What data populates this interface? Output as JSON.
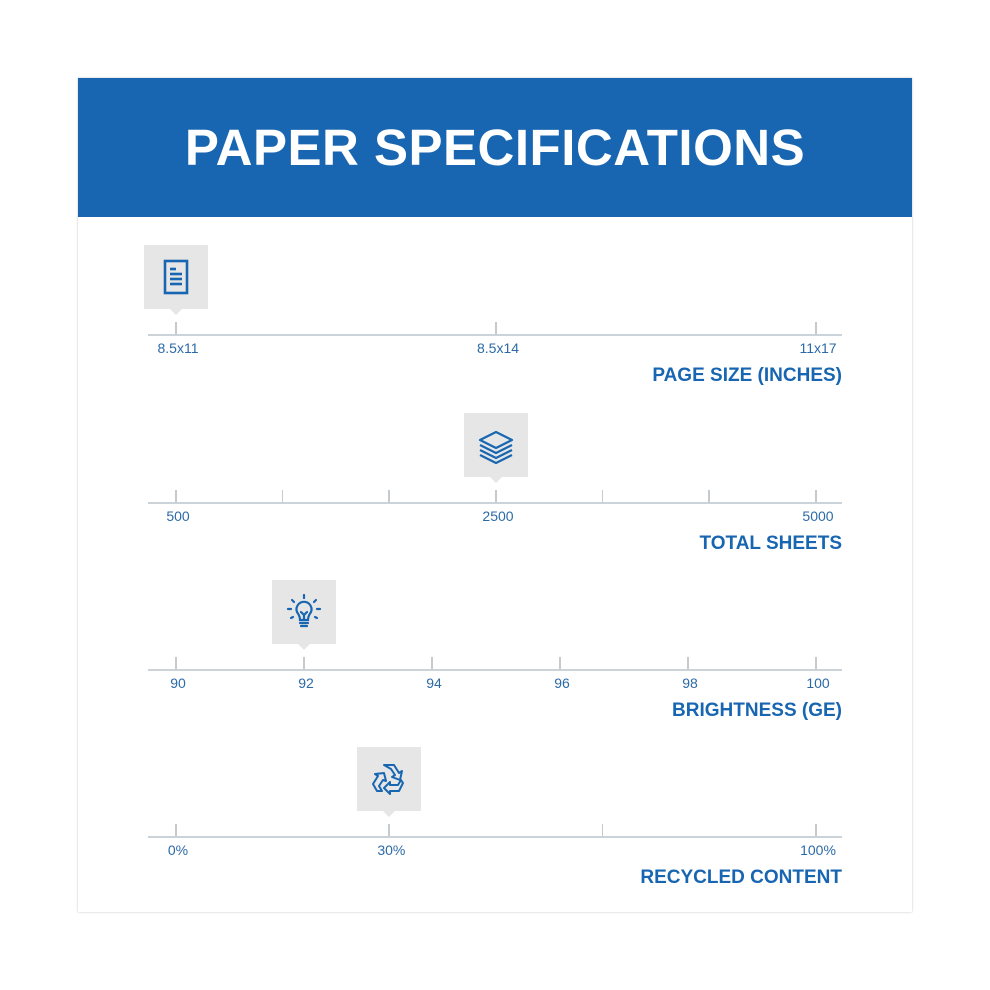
{
  "title": "PAPER SPECIFICATIONS",
  "colors": {
    "accent": "#1866b1",
    "label": "#2c6aa6",
    "marker_bg": "#e6e6e6"
  },
  "scales": [
    {
      "title": "PAGE SIZE (INCHES)",
      "icon": "document-icon",
      "ticks": [
        "8.5x11",
        "8.5x14",
        "11x17"
      ],
      "labeled": [
        0,
        1,
        2
      ],
      "tick_count": 3,
      "selected": "8.5x11",
      "selected_index": 0
    },
    {
      "title": "TOTAL SHEETS",
      "icon": "paper-stack-icon",
      "ticks": [
        "500",
        "2500",
        "5000"
      ],
      "labeled": [
        0,
        3,
        6
      ],
      "tick_count": 7,
      "selected": "2500",
      "selected_index": 3
    },
    {
      "title": "BRIGHTNESS (GE)",
      "icon": "lightbulb-icon",
      "ticks": [
        "90",
        "92",
        "94",
        "96",
        "98",
        "100"
      ],
      "labeled": [
        0,
        1,
        2,
        3,
        4,
        5
      ],
      "tick_count": 6,
      "selected": "92",
      "selected_index": 1
    },
    {
      "title": "RECYCLED CONTENT",
      "icon": "recycle-icon",
      "ticks": [
        "0%",
        "30%",
        "100%"
      ],
      "labeled": [
        0,
        1,
        3
      ],
      "tick_count": 4,
      "selected": "30%",
      "selected_index": 1
    }
  ]
}
